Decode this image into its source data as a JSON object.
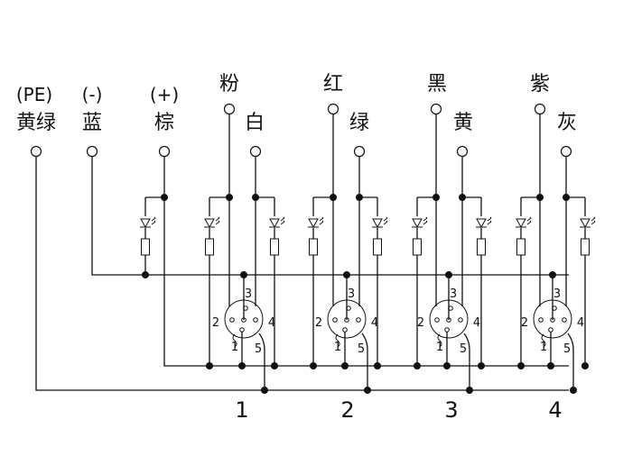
{
  "terminals": [
    {
      "top": "(PE)",
      "bottom": "黄绿"
    },
    {
      "top": "(-)",
      "bottom": "蓝"
    },
    {
      "top": "(+)",
      "bottom": "棕"
    }
  ],
  "channels": [
    {
      "number": "1",
      "color_a": "粉",
      "color_b": "白"
    },
    {
      "number": "2",
      "color_a": "红",
      "color_b": "绿"
    },
    {
      "number": "3",
      "color_a": "黑",
      "color_b": "黄"
    },
    {
      "number": "4",
      "color_a": "紫",
      "color_b": "灰"
    }
  ],
  "connector_pins": [
    "1",
    "2",
    "3",
    "4",
    "5"
  ]
}
